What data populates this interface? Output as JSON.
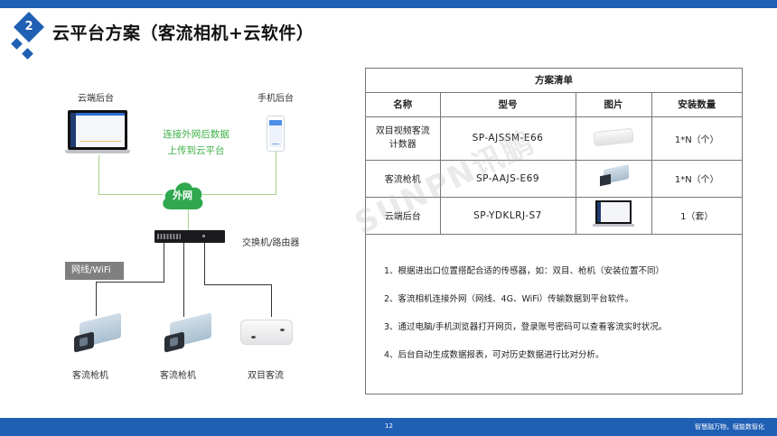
{
  "header": {
    "section_number": "2",
    "title": "云平台方案（客流相机+云软件）",
    "colors": {
      "brand_blue": "#1f5fb4",
      "green": "#3cb045",
      "connector_green": "#a7cf8d"
    }
  },
  "diagram": {
    "cloud_backend_label": "云端后台",
    "mobile_backend_label": "手机后台",
    "upload_note_line1": "连接外网后数据",
    "upload_note_line2": "上传到云平台",
    "cloud_label": "外网",
    "switch_label": "交换机/路由器",
    "connection_label": "网线/WiFi",
    "devices": [
      {
        "label": "客流枪机",
        "icon": "bullet-camera-icon"
      },
      {
        "label": "客流枪机",
        "icon": "bullet-camera-icon"
      },
      {
        "label": "双目客流",
        "icon": "dual-lens-counter-icon"
      }
    ]
  },
  "table": {
    "title": "方案清单",
    "headers": [
      "名称",
      "型号",
      "图片",
      "安装数量"
    ],
    "rows": [
      {
        "name": "双目视频客流计数器",
        "model": "SP-AJSSM-E66",
        "image": "dual-lens-counter-thumbnail",
        "quantity": "1*N（个）"
      },
      {
        "name": "客流枪机",
        "model": "SP-AAJS-E69",
        "image": "bullet-camera-thumbnail",
        "quantity": "1*N（个）"
      },
      {
        "name": "云端后台",
        "model": "SP-YDKLRJ-S7",
        "image": "laptop-dashboard-thumbnail",
        "quantity": "1（套）"
      }
    ],
    "notes": [
      "1、根据进出口位置搭配合适的传感器，如：双目、枪机（安装位置不同）",
      "2、客流相机连接外网（网线、4G、WiFi）传输数据到平台软件。",
      "3、通过电脑/手机浏览器打开网页，登录账号密码可以查看客流实时状况。",
      "4、后台自动生成数据报表，可对历史数据进行比对分析。"
    ]
  },
  "watermark": "SUNPN讯鹏",
  "footer": {
    "page_number": "12",
    "slogan": "智慧融万物，赋能数智化"
  }
}
